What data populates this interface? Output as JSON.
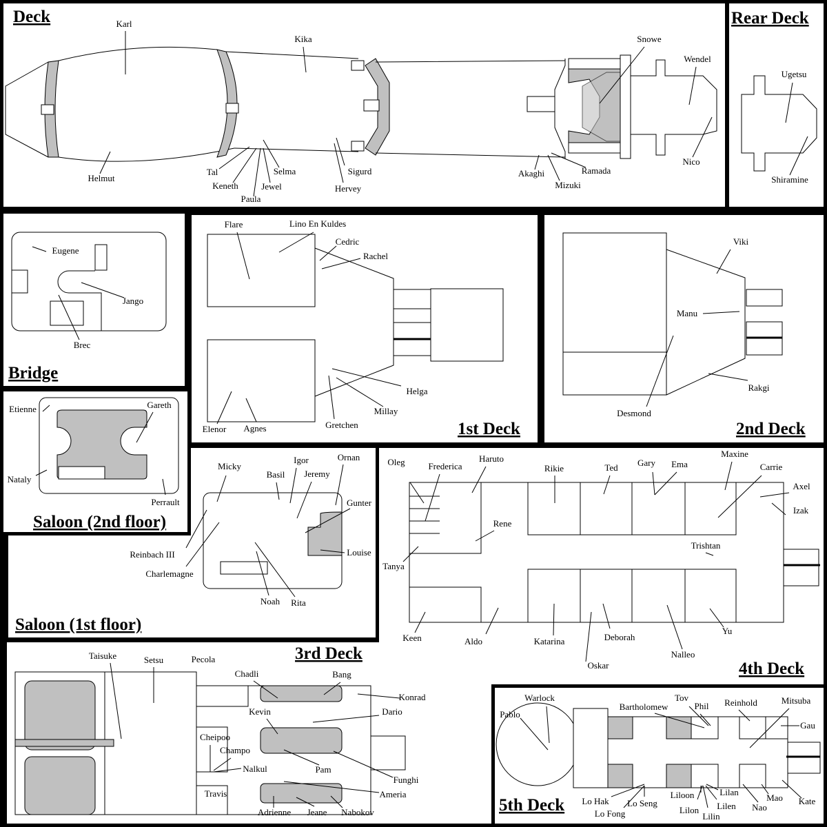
{
  "titles": {
    "deck": "Deck",
    "rear": "Rear Deck",
    "bridge": "Bridge",
    "first": "1st Deck",
    "second": "2nd Deck",
    "saloon2": "Saloon (2nd floor)",
    "saloon1": "Saloon (1st floor)",
    "third": "3rd Deck",
    "fourth": "4th Deck",
    "fifth": "5th Deck"
  },
  "colors": {
    "room_fill": "#c0c0c0",
    "border": "#000000",
    "background": "#ffffff"
  },
  "sections": {
    "deck": [
      "Karl",
      "Kika",
      "Snowe",
      "Wendel",
      "Helmut",
      "Tal",
      "Keneth",
      "Paula",
      "Jewel",
      "Selma",
      "Sigurd",
      "Hervey",
      "Akaghi",
      "Mizuki",
      "Ramada",
      "Nico"
    ],
    "rear": [
      "Ugetsu",
      "Shiramine"
    ],
    "bridge": [
      "Eugene",
      "Jango",
      "Brec"
    ],
    "first": [
      "Flare",
      "Lino En Kuldes",
      "Cedric",
      "Rachel",
      "Helga",
      "Millay",
      "Gretchen",
      "Elenor",
      "Agnes"
    ],
    "second": [
      "Viki",
      "Manu",
      "Rakgi",
      "Desmond"
    ],
    "saloon2": [
      "Etienne",
      "Gareth",
      "Nataly",
      "Perrault"
    ],
    "saloon1": [
      "Micky",
      "Basil",
      "Igor",
      "Jeremy",
      "Ornan",
      "Gunter",
      "Louise",
      "Reinbach III",
      "Charlemagne",
      "Noah",
      "Rita"
    ],
    "fourth": [
      "Oleg",
      "Frederica",
      "Haruto",
      "Rikie",
      "Ted",
      "Gary",
      "Ema",
      "Maxine",
      "Carrie",
      "Axel",
      "Izak",
      "Rene",
      "Trishtan",
      "Tanya",
      "Keen",
      "Aldo",
      "Katarina",
      "Deborah",
      "Oskar",
      "Nalleo",
      "Yu"
    ],
    "third": [
      "Taisuke",
      "Setsu",
      "Pecola",
      "Chadli",
      "Bang",
      "Konrad",
      "Kevin",
      "Dario",
      "Cheipoo",
      "Champo",
      "Nalkul",
      "Pam",
      "Funghi",
      "Ameria",
      "Travis",
      "Adrienne",
      "Jeane",
      "Nabokov"
    ],
    "fifth": [
      "Warlock",
      "Pablo",
      "Bartholomew",
      "Tov",
      "Phil",
      "Reinhold",
      "Mitsuba",
      "Gau",
      "Lo Hak",
      "Lo Fong",
      "Lo Seng",
      "Liloon",
      "Lilon",
      "Lilin",
      "Lilen",
      "Lilan",
      "Nao",
      "Mao",
      "Kate"
    ]
  }
}
